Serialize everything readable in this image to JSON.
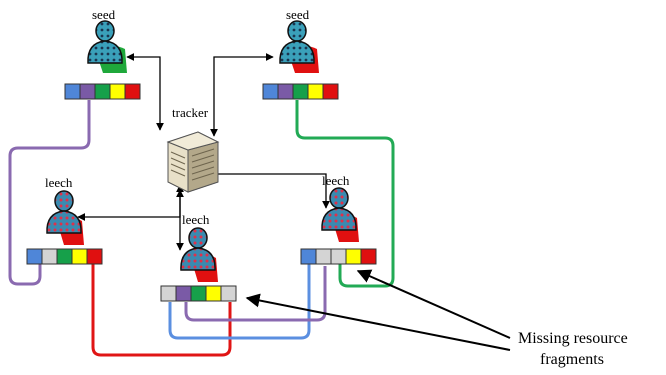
{
  "labels": {
    "seed_left": "seed",
    "seed_right": "seed",
    "tracker": "tracker",
    "leech_left": "leech",
    "leech_middle": "leech",
    "leech_right": "leech",
    "callout_line1": "Missing resource",
    "callout_line2": "fragments"
  },
  "colors": {
    "blue": "#4f86d8",
    "purple": "#7a5aa6",
    "green": "#16a04a",
    "yellow": "#ffff00",
    "red": "#e01010",
    "empty": "#d4d4d4",
    "line_purple": "#8a6ab0",
    "line_green": "#22aa55",
    "line_red": "#e01515",
    "line_blue": "#5b8fe0"
  },
  "icons": {
    "peer": "person-icon",
    "tracker": "server-tower-icon"
  },
  "fragment_bars": {
    "seed_left": [
      "blue",
      "purple",
      "green",
      "yellow",
      "red"
    ],
    "seed_right": [
      "blue",
      "purple",
      "green",
      "yellow",
      "red"
    ],
    "leech_left": [
      "blue",
      "empty",
      "green",
      "yellow",
      "red"
    ],
    "leech_middle": [
      "empty",
      "purple",
      "green",
      "yellow",
      "empty"
    ],
    "leech_right": [
      "blue",
      "empty",
      "empty",
      "yellow",
      "red"
    ]
  }
}
